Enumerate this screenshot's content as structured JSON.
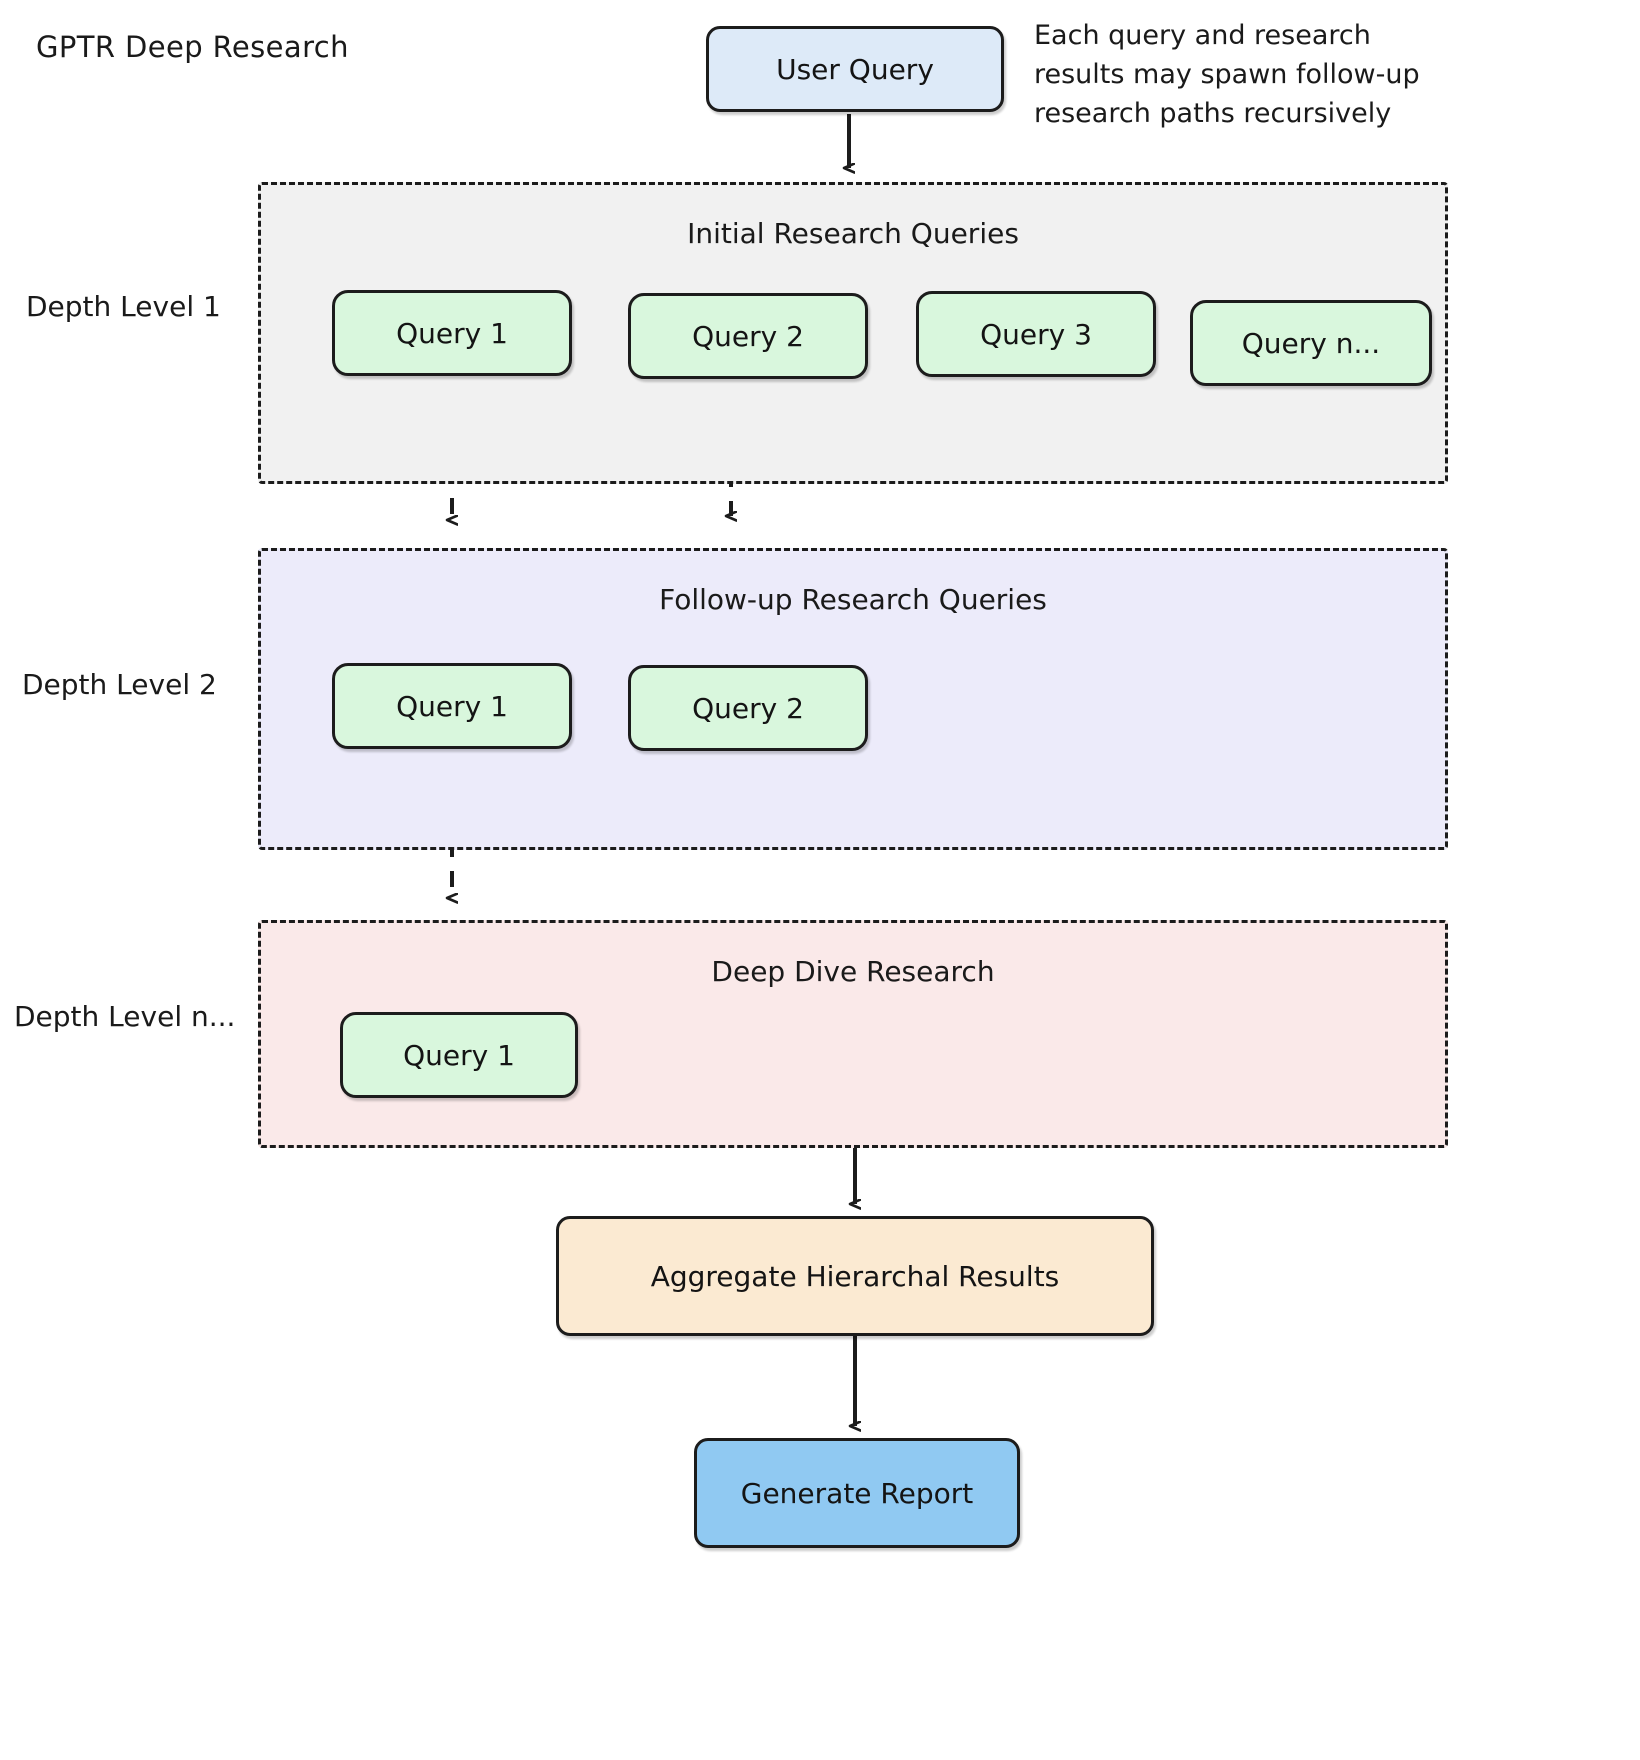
{
  "diagram": {
    "title": "GPTR Deep Research",
    "type": "flowchart",
    "note": "Each query and research results may spawn follow-up research paths recursively",
    "colors": {
      "user_query_fill": "#ddeaf8",
      "query_fill": "#d9f7dd",
      "aggregate_fill": "#fbead2",
      "report_fill": "#90c9f2",
      "group_initial_fill": "#f1f1f1",
      "group_followup_fill": "#ecebfa",
      "group_deepdive_fill": "#fae9e9",
      "stroke": "#1c1c1c"
    }
  },
  "depth_labels": [
    {
      "id": "depth-1",
      "text": "Depth Level 1"
    },
    {
      "id": "depth-2",
      "text": "Depth Level 2"
    },
    {
      "id": "depth-n",
      "text": "Depth Level n..."
    }
  ],
  "nodes": {
    "user_query": "User Query",
    "aggregate": "Aggregate Hierarchal Results",
    "report": "Generate Report"
  },
  "groups": [
    {
      "id": "group-initial",
      "title": "Initial Research Queries",
      "queries": [
        "Query 1",
        "Query 2",
        "Query 3",
        "Query n..."
      ]
    },
    {
      "id": "group-followup",
      "title": "Follow-up Research Queries",
      "queries": [
        "Query 1",
        "Query 2"
      ]
    },
    {
      "id": "group-deepdive",
      "title": "Deep Dive Research",
      "queries": [
        "Query 1"
      ]
    }
  ],
  "edges": [
    {
      "from": "User Query",
      "to": "Initial Research Queries",
      "style": "solid"
    },
    {
      "from": "Query 1 (Depth 1)",
      "to": "Follow-up Research Queries",
      "style": "dashed"
    },
    {
      "from": "Query 2 (Depth 1)",
      "to": "Follow-up Research Queries",
      "style": "dashed"
    },
    {
      "from": "Query 1 (Depth 2)",
      "to": "Deep Dive Research",
      "style": "dashed"
    },
    {
      "from": "Deep Dive Research",
      "to": "Aggregate Hierarchal Results",
      "style": "solid"
    },
    {
      "from": "Aggregate Hierarchal Results",
      "to": "Generate Report",
      "style": "solid"
    }
  ]
}
